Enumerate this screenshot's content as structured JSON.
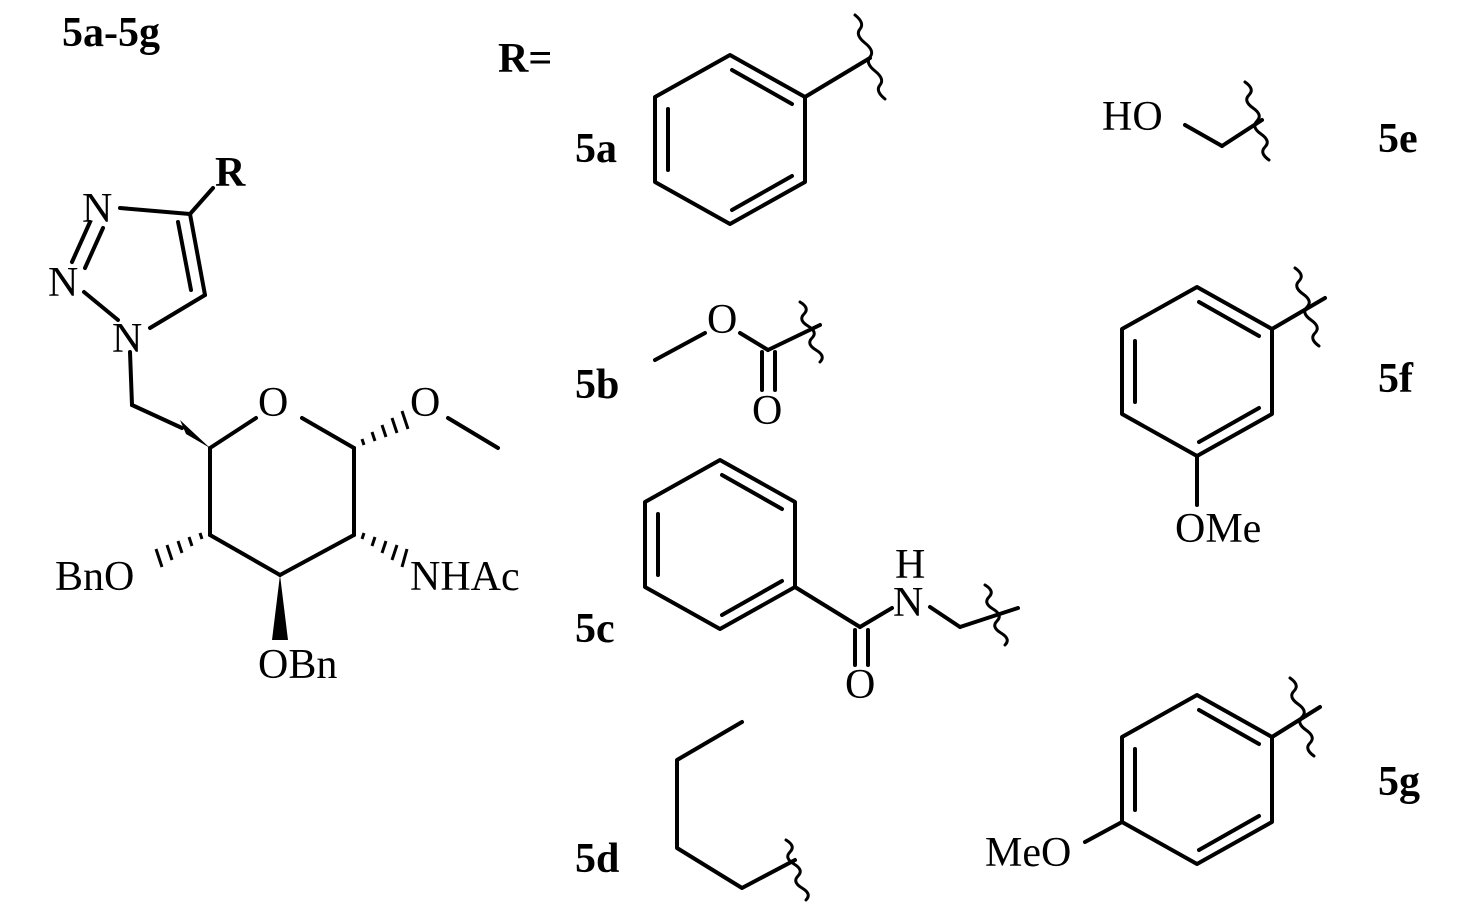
{
  "title": "5a-5g",
  "r_equals": "R=",
  "core": {
    "substituent": "R",
    "atoms": {
      "n_top": "N",
      "n_mid": "N",
      "n_ring": "N",
      "ring_o": "O",
      "o_methyl": "O",
      "bno": "BnO",
      "nhac": "NHAc",
      "obn": "OBn"
    }
  },
  "substituents": {
    "5a": {
      "label": "5a"
    },
    "5b": {
      "label": "5b",
      "atoms": {
        "o_ester": "O",
        "o_carbonyl": "O"
      }
    },
    "5c": {
      "label": "5c",
      "atoms": {
        "h": "H",
        "n": "N",
        "o": "O"
      }
    },
    "5d": {
      "label": "5d"
    },
    "5e": {
      "label": "5e",
      "atoms": {
        "ho": "HO"
      }
    },
    "5f": {
      "label": "5f",
      "atoms": {
        "ome": "OMe"
      }
    },
    "5g": {
      "label": "5g",
      "atoms": {
        "meo": "MeO"
      }
    }
  }
}
